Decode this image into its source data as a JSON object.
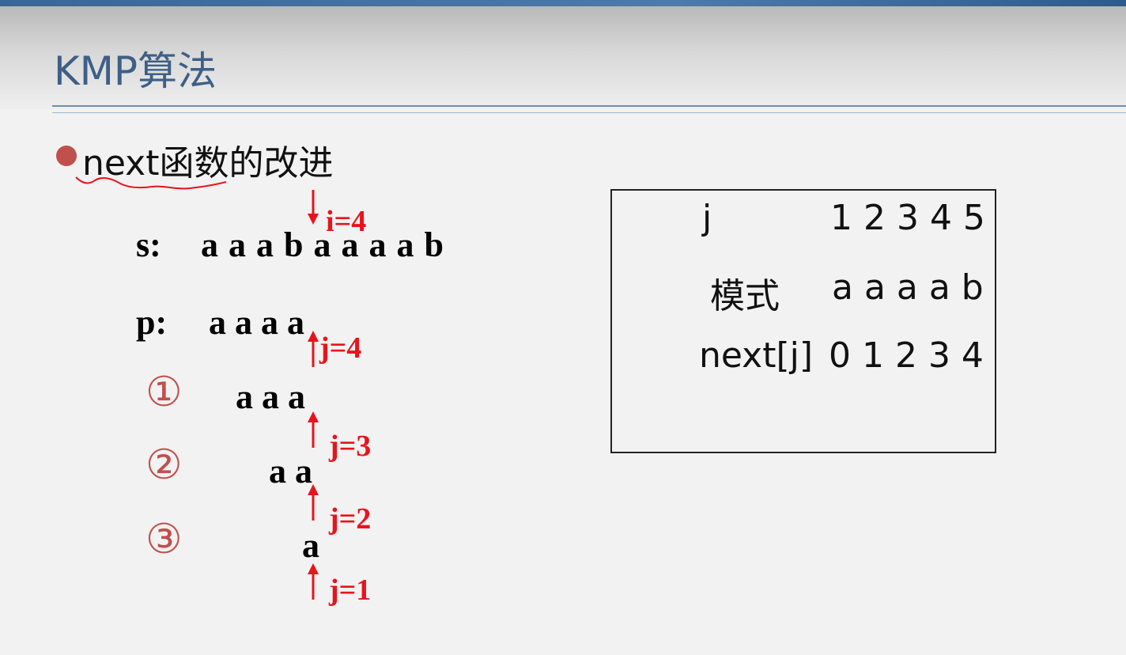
{
  "title": "KMP算法",
  "bullet": {
    "text": "next函数的改进",
    "bullet_color": "#c0504d"
  },
  "sequences": {
    "s_label": "s:",
    "s_chars": "a a a b a a a a b",
    "p_label": "p:",
    "p_chars": "a a a a",
    "step1_chars": "a a a",
    "step2_chars": "a a",
    "step3_chars": "a"
  },
  "markers": {
    "i_label": "i=4",
    "p_j_label": "j=4",
    "step1_j_label": "j=3",
    "step2_j_label": "j=2",
    "step3_j_label": "j=1",
    "marker_color": "#e8141c"
  },
  "steps": {
    "step1": "①",
    "step2": "②",
    "step3": "③"
  },
  "table": {
    "row1_label": "j",
    "row1_values": "1 2 3 4 5",
    "row2_label": "模式",
    "row2_values": "a a a a b",
    "row3_label": "next[j]",
    "row3_values": "0 1 2 3 4"
  }
}
